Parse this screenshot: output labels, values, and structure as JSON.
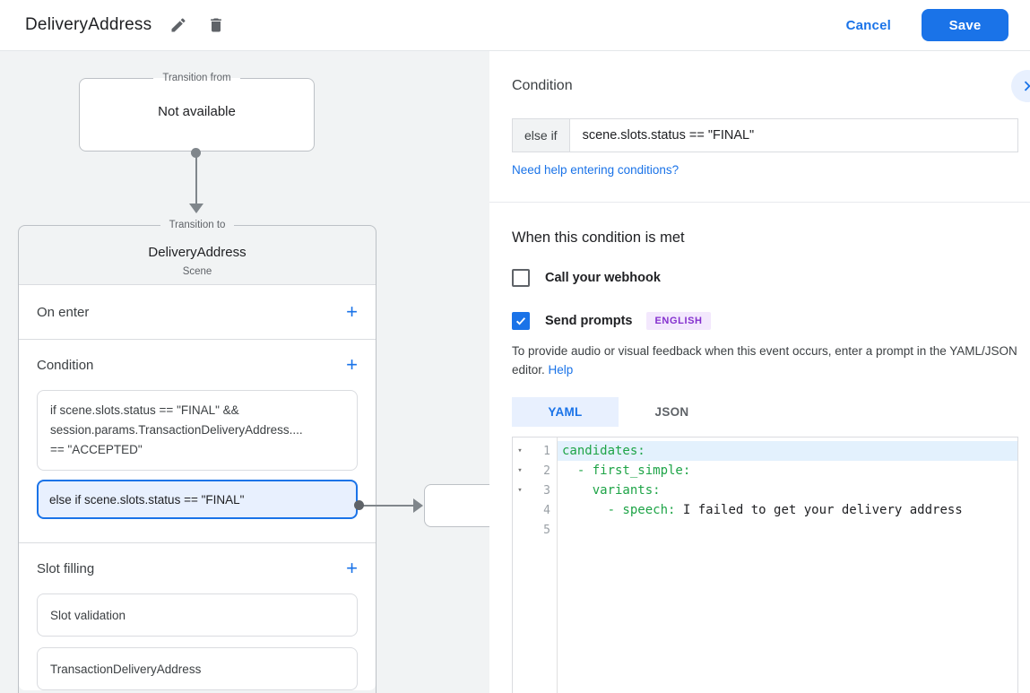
{
  "icons": {
    "plus": "+",
    "fold_arrow": "▾"
  },
  "colors": {
    "accent": "#1a73e8",
    "selected_condition_bg": "#e8f0fe",
    "code_key_green": "#1ea447",
    "badge_bg": "#f3e8fd",
    "badge_text": "#8430ce",
    "panel_bg": "#f1f3f4"
  },
  "header": {
    "title": "DeliveryAddress",
    "cancel_label": "Cancel",
    "save_label": "Save"
  },
  "flow": {
    "transition_from": {
      "legend": "Transition from",
      "content": "Not available"
    },
    "scene_card": {
      "legend": "Transition to",
      "title": "DeliveryAddress",
      "subtitle": "Scene",
      "on_enter_label": "On enter",
      "condition_label": "Condition",
      "condition_1_lines": [
        "if scene.slots.status == \"FINAL\" &&",
        "session.params.TransactionDeliveryAddress....",
        "== \"ACCEPTED\""
      ],
      "condition_2": "else if scene.slots.status == \"FINAL\"",
      "slot_filling_label": "Slot filling",
      "slot_items": [
        "Slot validation",
        "TransactionDeliveryAddress"
      ]
    }
  },
  "panel": {
    "title": "Condition",
    "condition_prefix": "else if",
    "condition_value": "scene.slots.status == \"FINAL\"",
    "help_link": "Need help entering conditions?",
    "section_title": "When this condition is met",
    "webhook_label": "Call your webhook",
    "prompts_label": "Send prompts",
    "language_badge": "ENGLISH",
    "helper_text": "To provide audio or visual feedback when this event occurs, enter a prompt in the YAML/JSON editor.",
    "helper_link": "Help",
    "tabs": {
      "yaml": "YAML",
      "json": "JSON"
    },
    "editor": {
      "lines": [
        {
          "num": "1",
          "fold": "▾",
          "code_key": "candidates:",
          "code_value": ""
        },
        {
          "num": "2",
          "fold": "▾",
          "code_key": "  - first_simple:",
          "code_value": ""
        },
        {
          "num": "3",
          "fold": "▾",
          "code_key": "    variants:",
          "code_value": ""
        },
        {
          "num": "4",
          "fold": "",
          "code_key": "      - speech:",
          "code_value": " I failed to get your delivery address"
        },
        {
          "num": "5",
          "fold": "",
          "code_key": "",
          "code_value": ""
        }
      ]
    }
  }
}
